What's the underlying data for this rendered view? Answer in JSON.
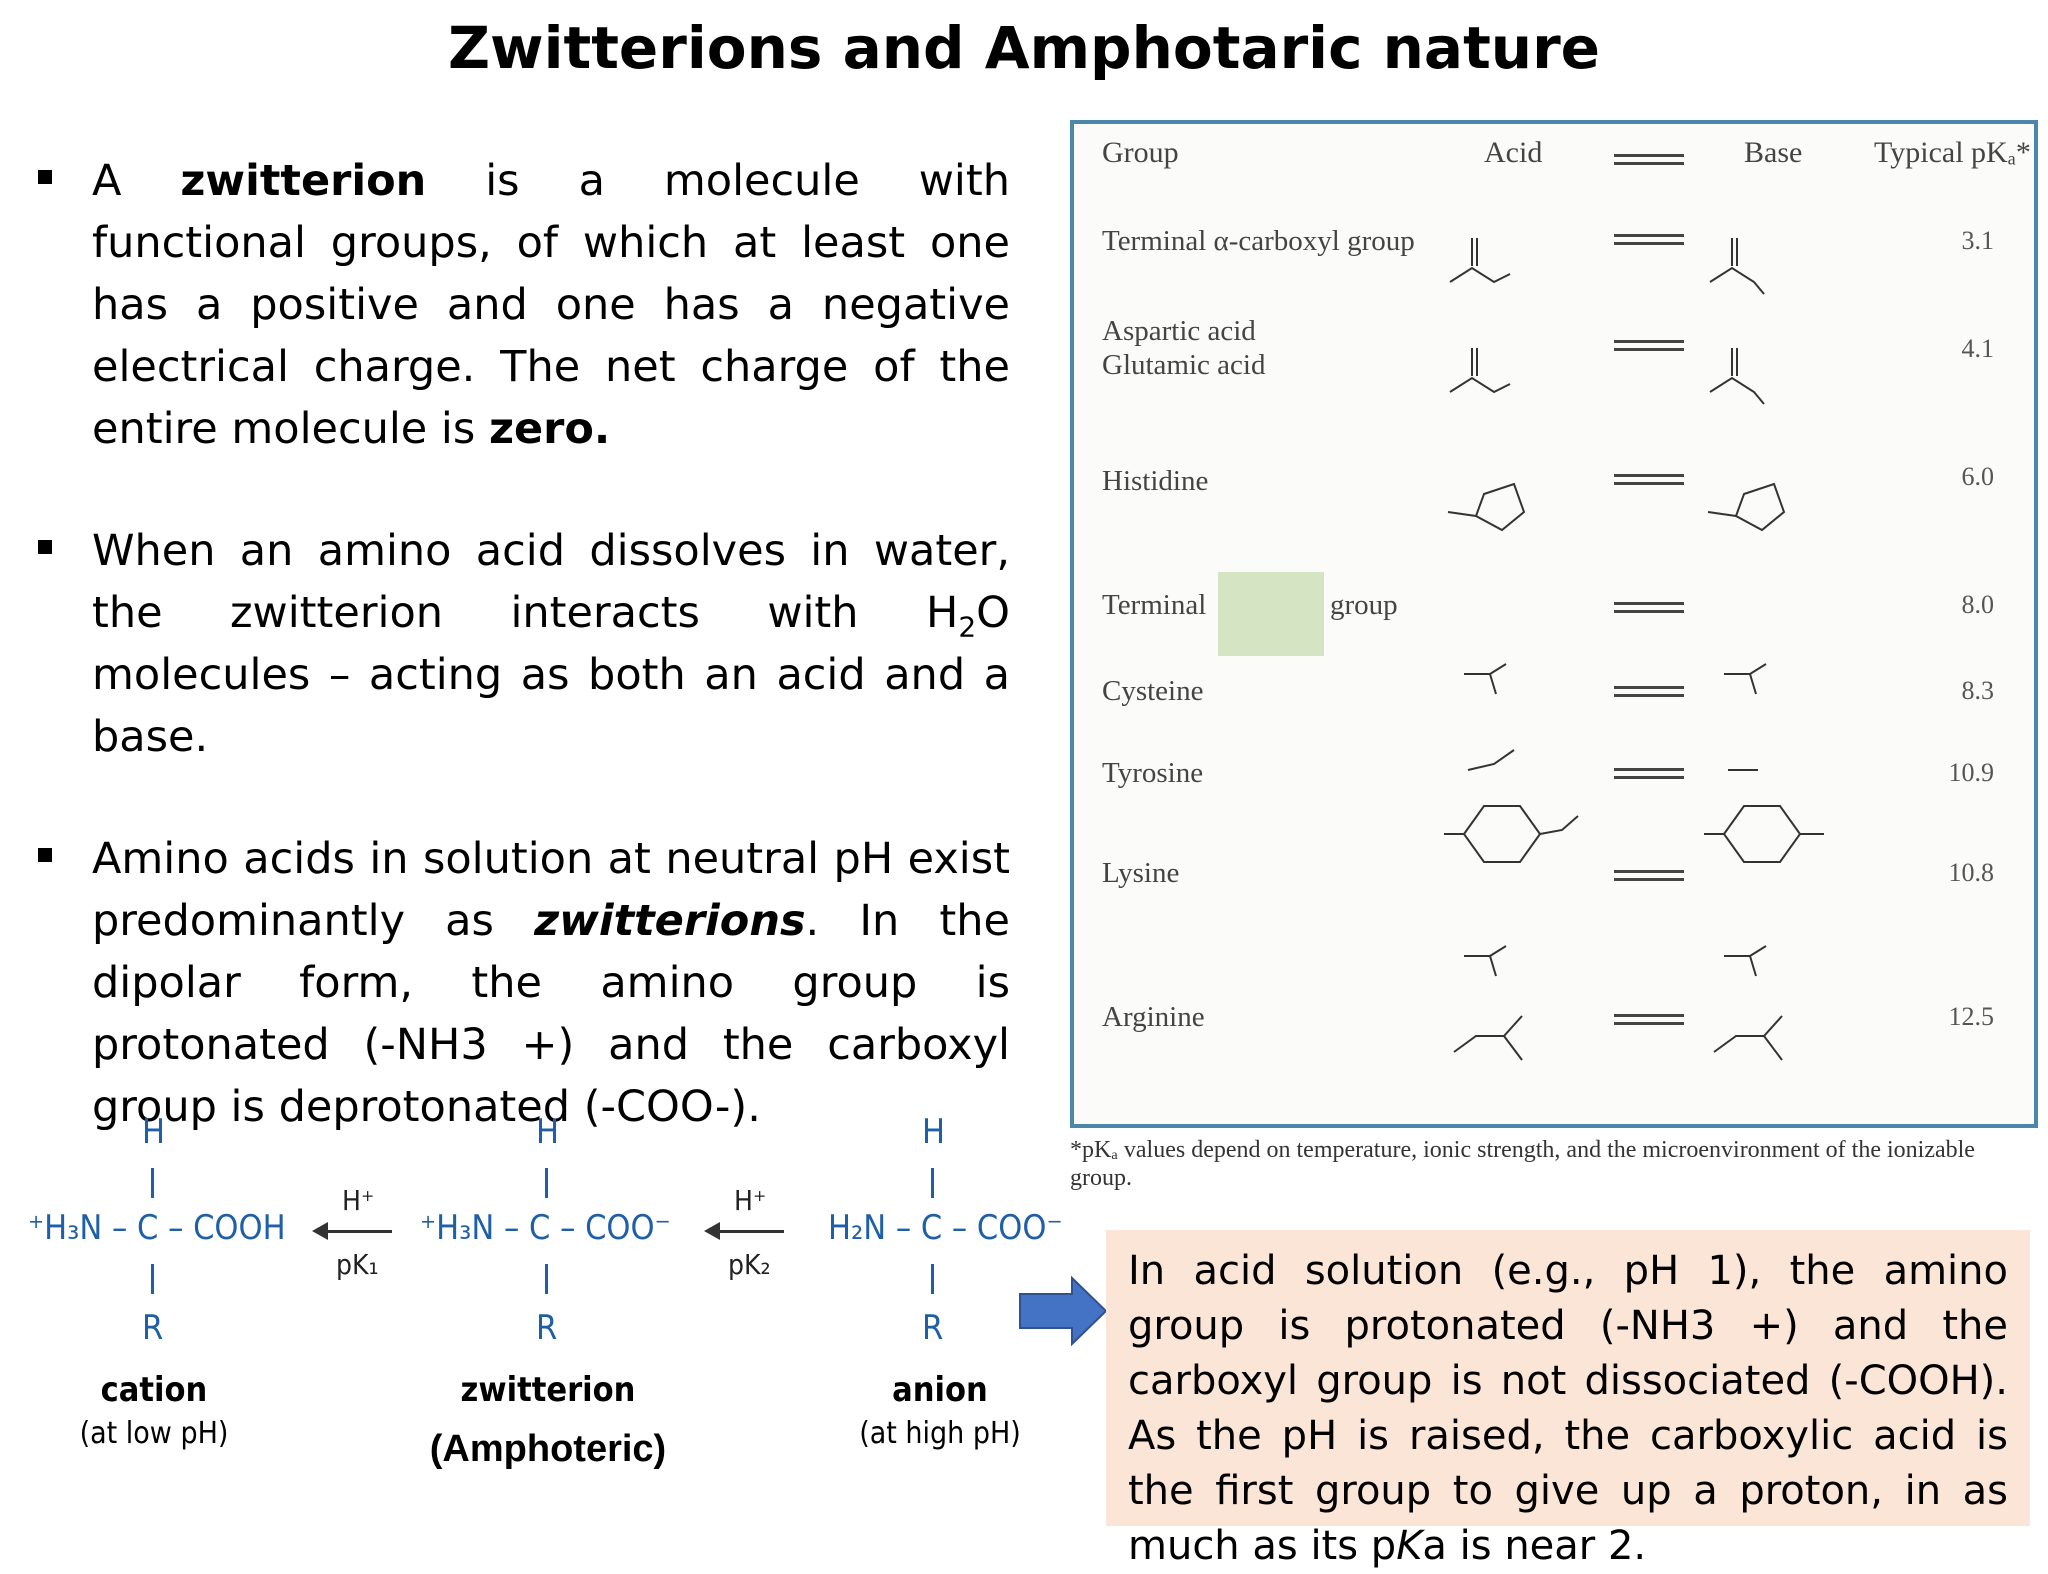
{
  "title": "Zwitterions and Amphotaric nature",
  "bullets": [
    {
      "parts": [
        " A ",
        "zwitterion",
        " is a molecule with functional groups, of which at least one has a positive and one has a negative electrical charge. The net charge of the entire molecule is ",
        "zero."
      ]
    },
    {
      "parts": [
        "When an amino acid dissolves in water, the zwitterion interacts with H",
        "2",
        "O molecules – acting as both an acid and a base."
      ]
    },
    {
      "parts": [
        "Amino acids in solution at neutral pH exist predominantly as ",
        "zwitterions",
        ". In the dipolar form, the amino group is protonated (-NH3 +) and the carboxyl group is deprotonated (-COO-)."
      ]
    }
  ],
  "scheme": {
    "cation": {
      "top": "H",
      "middle": "⁺H₃N – C – COOH",
      "bottom": "R",
      "name": "cation",
      "note": "(at low pH)"
    },
    "zwitterion": {
      "top": "H",
      "middle": "⁺H₃N – C – COO⁻",
      "bottom": "R",
      "name": "zwitterion",
      "note": "(Amphoteric)"
    },
    "anion": {
      "top": "H",
      "middle": "H₂N – C – COO⁻",
      "bottom": "R",
      "name": "anion",
      "note": "(at high pH)"
    },
    "arrow1": {
      "above": "H⁺",
      "below": "pK₁"
    },
    "arrow2": {
      "above": "H⁺",
      "below": "pK₂"
    }
  },
  "table": {
    "headers": {
      "group": "Group",
      "acid": "Acid",
      "base": "Base",
      "pka": "Typical pKₐ*"
    },
    "rows": [
      {
        "group": "Terminal α-carboxyl group",
        "pka": "3.1"
      },
      {
        "group": "Aspartic acid\nGlutamic acid",
        "pka": "4.1"
      },
      {
        "group": "Histidine",
        "pka": "6.0"
      },
      {
        "group": "Terminal",
        "group_suffix": "group",
        "pka": "8.0"
      },
      {
        "group": "Cysteine",
        "pka": "8.3"
      },
      {
        "group": "Tyrosine",
        "pka": "10.9"
      },
      {
        "group": "Lysine",
        "pka": "10.8"
      },
      {
        "group": "Arginine",
        "pka": "12.5"
      }
    ],
    "footnote": "*pKₐ values depend on temperature, ionic strength, and the microenvironment of the ionizable group."
  },
  "infobox": {
    "parts": [
      "In acid solution (e.g., pH 1), the amino group is protonated (-NH3 +) and the carboxyl group is not dissociated (-COOH). As the pH is raised, the carboxylic acid is the first group to give up a proton, in as much as its p",
      "K",
      "a is near 2."
    ]
  },
  "colors": {
    "chem_blue": "#1f5fa6",
    "panel_border": "#4b87a8",
    "infobox_bg": "#fbe5d6",
    "arrow_blue": "#4472c4",
    "green_box": "#d5e4c3"
  }
}
